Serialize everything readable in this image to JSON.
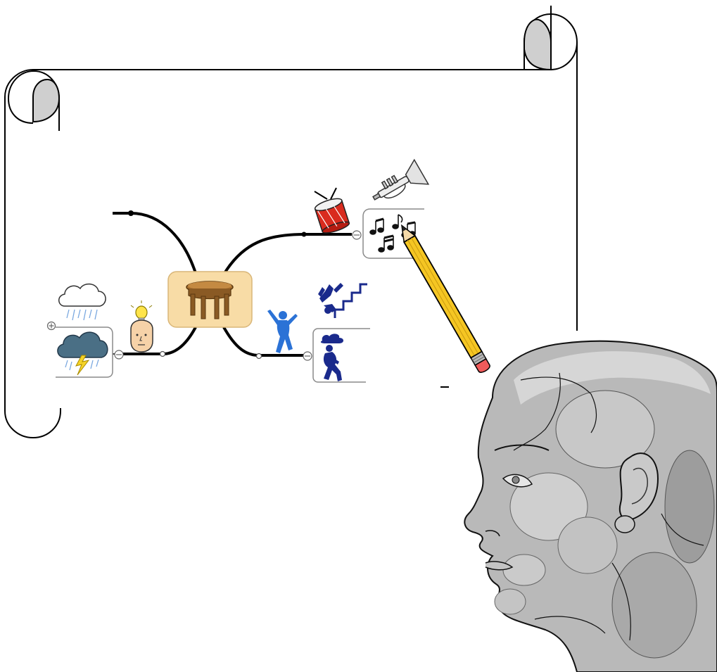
{
  "scene": {
    "description_free": true,
    "background": "#ffffff"
  },
  "mindmap": {
    "central_topic": {
      "icon": "table-icon",
      "fill": "#f8dca6",
      "stroke": "#d9b678"
    },
    "branches": [
      {
        "name": "branch-top-left",
        "icon": "none"
      },
      {
        "name": "branch-music",
        "icons": [
          "drum-icon",
          "trumpet-icon",
          "music-notes-icon"
        ]
      },
      {
        "name": "branch-idea",
        "icons": [
          "idea-head-icon",
          "rain-cloud-icon",
          "storm-cloud-icon"
        ]
      },
      {
        "name": "branch-emotion",
        "icons": [
          "dancing-person-icon",
          "falling-stairs-icon",
          "sad-person-cloud-icon"
        ]
      }
    ],
    "colors": {
      "line": "#000000",
      "drum_red": "#d92b1e",
      "person_blue": "#2b72d6",
      "navy": "#1a2a8c",
      "storm_gray": "#4a6f85",
      "bolt_yellow": "#f5d327",
      "bulb_yellow": "#ffe44a",
      "skin": "#f6d2a8"
    }
  },
  "decor": {
    "scroll_curl_fill": "#cfcfcf",
    "pencil": {
      "body": "#f5c623",
      "tip_wood": "#f4d9a8",
      "eraser": "#f05a5a",
      "ferrule": "#b8b8b8"
    },
    "head": {
      "fill": "#b9b9b9",
      "shade": "#8a8a8a"
    }
  }
}
